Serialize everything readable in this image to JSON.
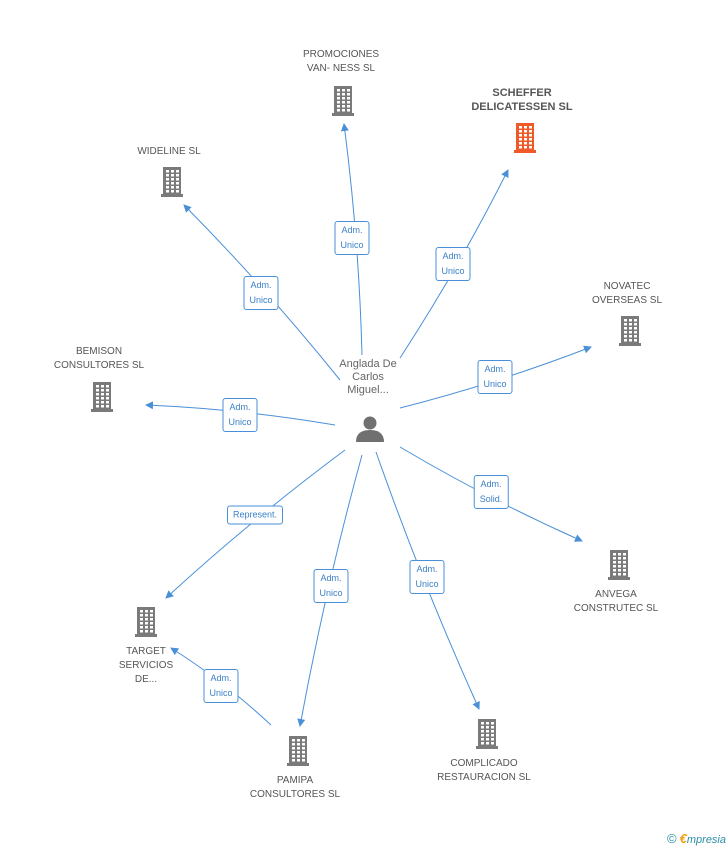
{
  "center": {
    "name": "Anglada De\nCarlos\nMiguel...",
    "icon": "person-icon"
  },
  "colors": {
    "edge": "#4a90d9",
    "building": "#7a7a7a",
    "highlight": "#f05a28"
  },
  "nodes": [
    {
      "id": "promociones",
      "label": "PROMOCIONES\nVAN- NESS  SL",
      "highlight": false,
      "icon": "building-icon",
      "relation": "Adm.\nUnico"
    },
    {
      "id": "scheffer",
      "label": "SCHEFFER\nDELICATESSEN SL",
      "highlight": true,
      "icon": "building-icon",
      "relation": "Adm.\nUnico"
    },
    {
      "id": "wideline",
      "label": "WIDELINE SL",
      "highlight": false,
      "icon": "building-icon",
      "relation": "Adm.\nUnico"
    },
    {
      "id": "novatec",
      "label": "NOVATEC\nOVERSEAS SL",
      "highlight": false,
      "icon": "building-icon",
      "relation": "Adm.\nUnico"
    },
    {
      "id": "bemison",
      "label": "BEMISON\nCONSULTORES SL",
      "highlight": false,
      "icon": "building-icon",
      "relation": "Adm.\nUnico"
    },
    {
      "id": "anvega",
      "label": "ANVEGA\nCONSTRUTEC SL",
      "highlight": false,
      "icon": "building-icon",
      "relation": "Adm.\nSolid."
    },
    {
      "id": "target",
      "label": "TARGET\nSERVICIOS\nDE...",
      "highlight": false,
      "icon": "building-icon",
      "relation": "Represent."
    },
    {
      "id": "pamipa",
      "label": "PAMIPA\nCONSULTORES SL",
      "highlight": false,
      "icon": "building-icon",
      "relation": "Adm.\nUnico"
    },
    {
      "id": "complicado",
      "label": "COMPLICADO\nRESTAURACION SL",
      "highlight": false,
      "icon": "building-icon",
      "relation": "Adm.\nUnico"
    }
  ],
  "extra_edge": {
    "from": "pamipa",
    "to": "target",
    "relation": "Adm.\nUnico"
  },
  "footer": {
    "copyright": "©",
    "brand_initial": "€",
    "brand_rest": "mpresia"
  }
}
